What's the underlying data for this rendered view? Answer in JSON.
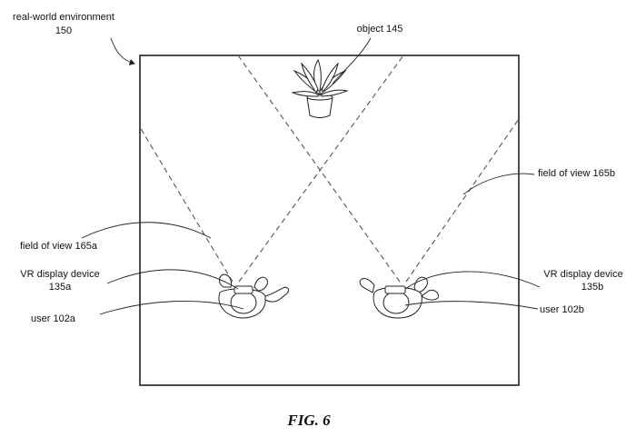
{
  "labels": {
    "environment_line1": "real-world environment",
    "environment_line2": "150",
    "object": "object 145",
    "fov_a": "field of view 165a",
    "fov_b": "field of view 165b",
    "vr_a_line1": "VR display device",
    "vr_a_line2": "135a",
    "vr_b_line1": "VR display device",
    "vr_b_line2": "135b",
    "user_a": "user 102a",
    "user_b": "user 102b"
  },
  "caption": "FIG. 6",
  "colors": {
    "ink": "#222222",
    "dashed": "#555555",
    "background": "#ffffff"
  },
  "icons": {
    "object": "potted-plant-icon",
    "user_a": "person-top-view-icon",
    "user_b": "person-top-view-icon"
  }
}
